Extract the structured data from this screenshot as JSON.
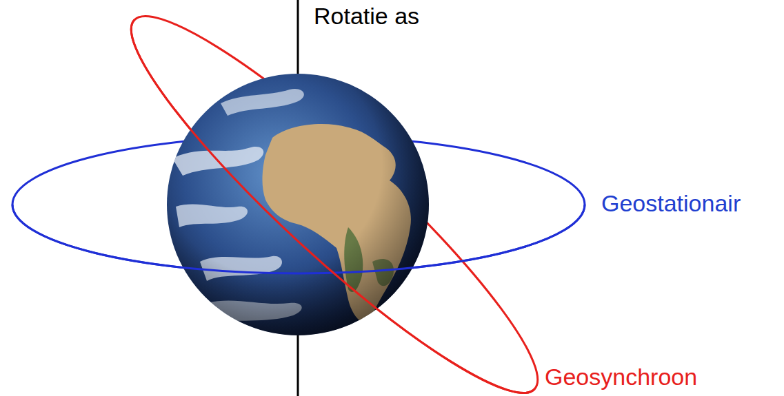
{
  "diagram": {
    "labels": [
      "Rotatie as",
      "Geostationair",
      "Geosynchroon"
    ]
  }
}
